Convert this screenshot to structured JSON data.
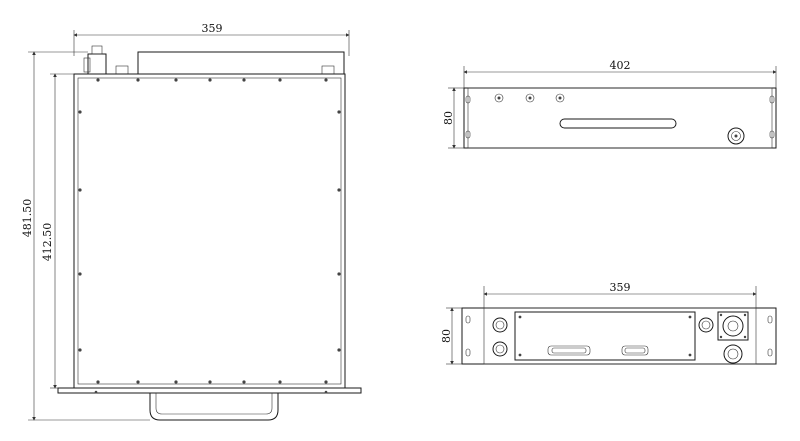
{
  "dimensions": {
    "top_view_width": "359",
    "side_height_outer": "481.50",
    "side_height_inner": "412.50",
    "front_width": "402",
    "front_height": "80",
    "rear_width": "359",
    "rear_height": "80"
  }
}
